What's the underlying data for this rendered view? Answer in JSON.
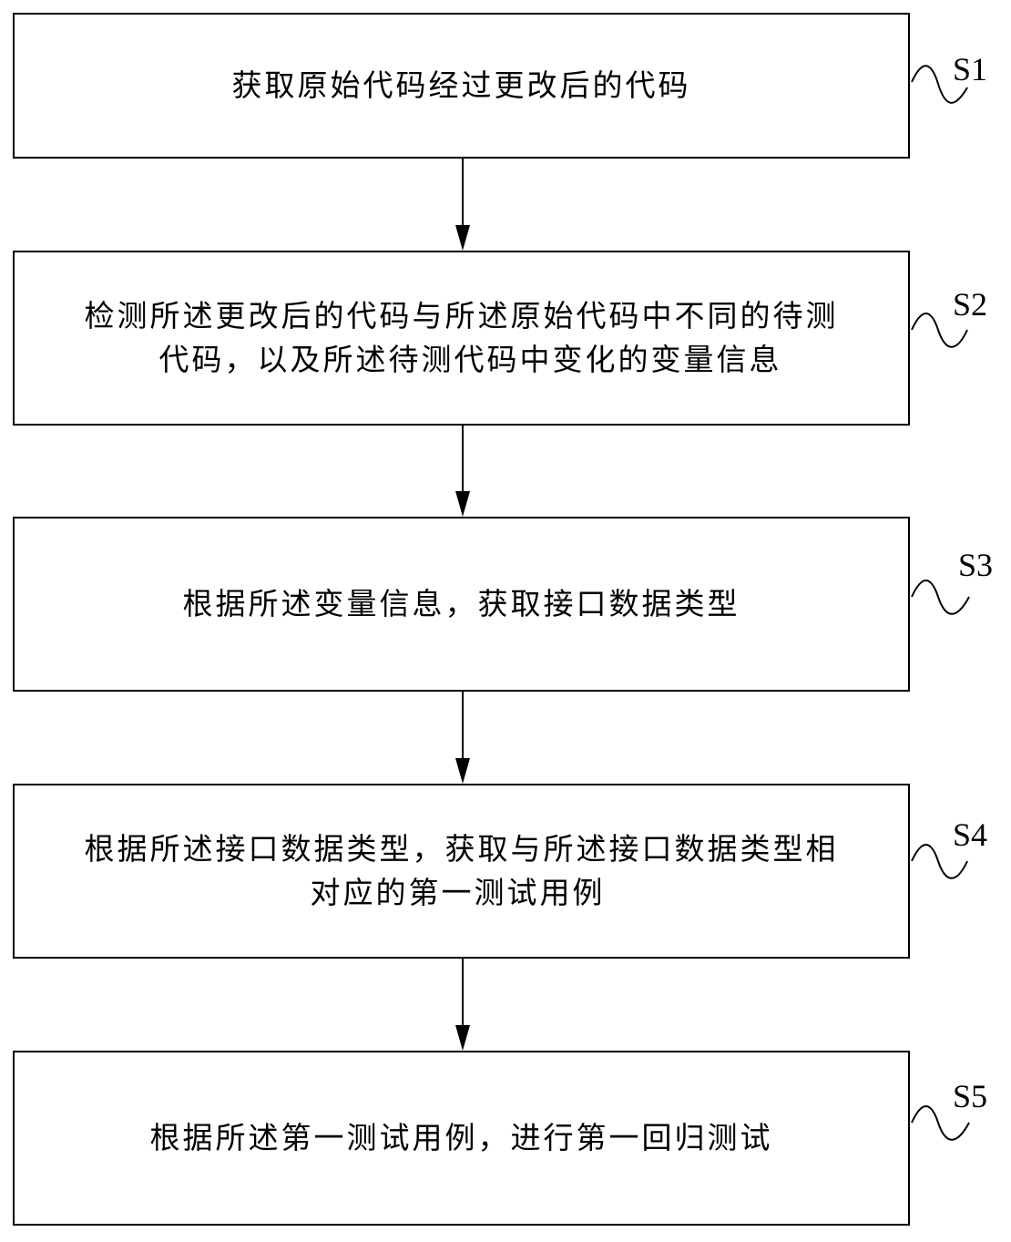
{
  "steps": [
    {
      "id": "S1",
      "label": "S1",
      "lines": [
        "获取原始代码经过更改后的代码"
      ]
    },
    {
      "id": "S2",
      "label": "S2",
      "lines": [
        "检测所述更改后的代码与所述原始代码中不同的待测",
        "代码，以及所述待测代码中变化的变量信息"
      ]
    },
    {
      "id": "S3",
      "label": "S3",
      "lines": [
        "根据所述变量信息，获取接口数据类型"
      ]
    },
    {
      "id": "S4",
      "label": "S4",
      "lines": [
        "根据所述接口数据类型，获取与所述接口数据类型相",
        "对应的第一测试用例"
      ]
    },
    {
      "id": "S5",
      "label": "S5",
      "lines": [
        "根据所述第一测试用例，进行第一回归测试"
      ]
    }
  ]
}
